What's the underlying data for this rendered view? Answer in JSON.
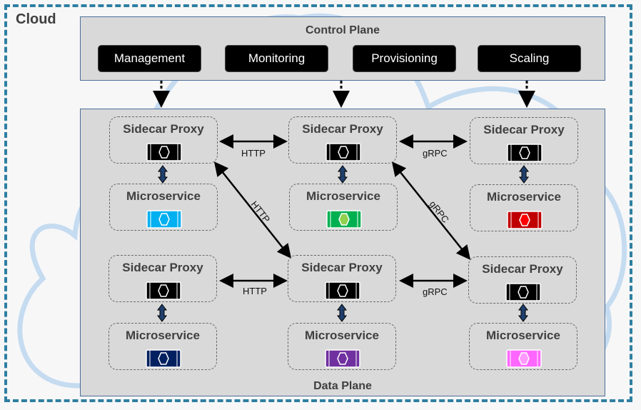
{
  "cloud_label": "Cloud",
  "control_plane": {
    "title": "Control Plane",
    "buttons": [
      "Management",
      "Monitoring",
      "Provisioning",
      "Scaling"
    ]
  },
  "data_plane": {
    "title": "Data Plane"
  },
  "labels": {
    "sidecar": "Sidecar Proxy",
    "microservice": "Microservice"
  },
  "connections": {
    "top_left_mid": "HTTP",
    "top_mid_right": "gRPC",
    "diag_left": "HTTP",
    "diag_right": "gRPC",
    "bottom_left_mid": "HTTP",
    "bottom_mid_right": "gRPC"
  },
  "colors": {
    "ms_top_left": "#00b0f0",
    "ms_top_mid": "#00b050",
    "ms_top_right": "#c00000",
    "ms_bottom_left": "#002060",
    "ms_bottom_mid": "#7030a0",
    "ms_bottom_right": "#ff66ff",
    "sidecar": "#000000"
  }
}
